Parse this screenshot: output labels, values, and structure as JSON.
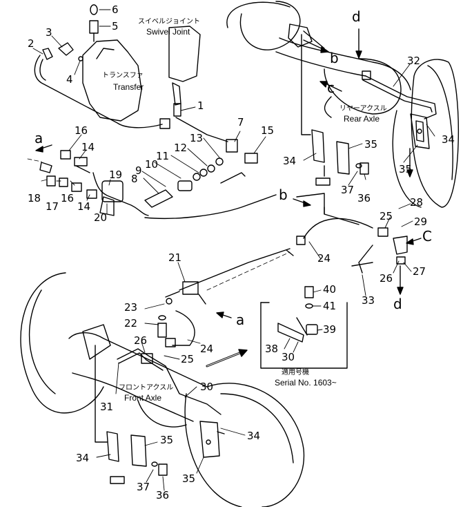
{
  "captions": {
    "swivel_jp": "スイベルジョイント",
    "swivel_en": "Swivel Joint",
    "transfer_jp": "トランスファ",
    "transfer_en": "Transfer",
    "rear_axle_jp": "リヤーアクスル",
    "rear_axle_en": "Rear Axle",
    "front_axle_jp": "フロントアクスル",
    "front_axle_en": "Front Axle",
    "serial_jp": "適用号機",
    "serial_en": "Serial No. 1603~"
  },
  "letters": {
    "a1": "a",
    "a2": "a",
    "b1": "b",
    "b2": "b",
    "c1": "c",
    "c2": "C",
    "d1": "d",
    "d2": "d"
  },
  "parts": {
    "p1": "1",
    "p2": "2",
    "p3": "3",
    "p4": "4",
    "p5": "5",
    "p6": "6",
    "p7": "7",
    "p8": "8",
    "p9": "9",
    "p10": "10",
    "p11": "11",
    "p12": "12",
    "p13": "13",
    "p14a": "14",
    "p14b": "14",
    "p15": "15",
    "p16a": "16",
    "p16b": "16",
    "p17": "17",
    "p18": "18",
    "p19": "19",
    "p20": "20",
    "p21": "21",
    "p22": "22",
    "p23": "23",
    "p24a": "24",
    "p24b": "24",
    "p25a": "25",
    "p25b": "25",
    "p26a": "26",
    "p26b": "26",
    "p27": "27",
    "p28": "28",
    "p29": "29",
    "p30a": "30",
    "p30b": "30",
    "p31": "31",
    "p32": "32",
    "p33": "33",
    "p34a": "34",
    "p34b": "34",
    "p34c": "34",
    "p34d": "34",
    "p35a": "35",
    "p35b": "35",
    "p35c": "35",
    "p35d": "35",
    "p36a": "36",
    "p36b": "36",
    "p37a": "37",
    "p37b": "37",
    "p38": "38",
    "p39": "39",
    "p40": "40",
    "p41": "41"
  }
}
